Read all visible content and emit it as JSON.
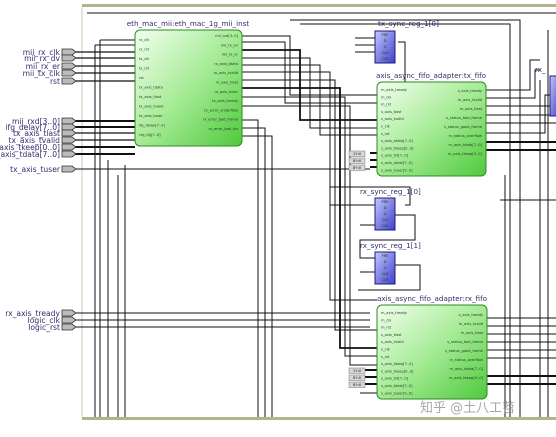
{
  "top_ports": {
    "mii_rx_clk": "mii_rx_clk",
    "mii_rx_dv": "mii_rx_dv",
    "mii_rx_er": "mii_rx_er",
    "mii_tx_clk": "mii_tx_clk",
    "rst": "rst"
  },
  "tx_ports": {
    "mii_rxd": "mii_rxd[3..0]",
    "ifg_delay": "ifg_delay[7..0]",
    "tx_axis_tlast": "tx_axis_tlast",
    "tx_axis_tvalid": "tx_axis_tvalid",
    "tx_axis_tkeep": "tx_axis_tkeep[0..0]",
    "tx_axis_tdata": "tx_axis_tdata[7..0]",
    "tx_axis_tuser": "tx_axis_tuser"
  },
  "rx_ports": {
    "rx_axis_tready": "rx_axis_tready",
    "logic_clk": "logic_clk",
    "logic_rst": "logic_rst"
  },
  "blocks": {
    "eth_mac": {
      "title": "eth_mac_mii:eth_mac_1g_mii_inst",
      "ports_left": [
        "rx_clk",
        "rx_rst",
        "tx_clk",
        "tx_rst",
        "rst",
        "tx_axis_tdata",
        "tx_axis_tlast",
        "tx_axis_tvalid",
        "tx_axis_tuser",
        "ifg_delay[7..0]",
        "cfg_ifg[7..0]"
      ],
      "ports_right": [
        "mii_txd[3..0]",
        "mii_tx_en",
        "mii_tx_er",
        "rx_axis_tdata",
        "rx_axis_tvalid",
        "rx_axis_tlast",
        "rx_axis_tuser",
        "tx_axis_tready",
        "tx_error_underflow",
        "rx_error_bad_frame",
        "rx_error_bad_fcs"
      ]
    },
    "tx_fifo": {
      "title": "axis_async_fifo_adapter:tx_fifo",
      "ports_left": [
        "m_axis_tready",
        "m_clk",
        "m_rst",
        "s_axis_tlast",
        "s_axis_tvalid",
        "s_clk",
        "s_rst",
        "s_axis_tdata[7..0]",
        "s_axis_tkeep[0..0]",
        "s_axis_tid[7..0]",
        "s_axis_tdest[7..0]",
        "s_axis_tuser[0..0]"
      ],
      "ports_right": [
        "s_axis_tready",
        "m_axis_tvalid",
        "m_axis_tlast",
        "s_status_bad_frame",
        "s_status_good_frame",
        "m_status_overflow",
        "m_axis_tdata[7..0]",
        "m_axis_tkeep[0..0]"
      ]
    },
    "rx_fifo": {
      "title": "axis_async_fifo_adapter:rx_fifo",
      "ports_left": [
        "m_axis_tready",
        "m_clk",
        "m_rst",
        "s_axis_tlast",
        "s_axis_tvalid",
        "s_clk",
        "s_rst",
        "s_axis_tdata[7..0]",
        "s_axis_tkeep[0..0]",
        "s_axis_tid[7..0]",
        "s_axis_tdest[7..0]",
        "s_axis_tuser[0..0]"
      ],
      "ports_right": [
        "s_axis_tready",
        "m_axis_tvalid",
        "m_axis_tlast",
        "s_status_bad_frame",
        "s_status_good_frame",
        "m_status_overflow",
        "m_axis_tdata[7..0]",
        "m_axis_tkeep[0..0]"
      ]
    },
    "tx_sync_reg_0": {
      "title": "tx_sync_reg_1[0]",
      "pins": [
        "PRE",
        "D",
        "Q",
        "CLK",
        "CLR"
      ]
    },
    "rx_sync_reg_0": {
      "title": "rx_sync_reg_1[0]",
      "pins": [
        "PRE",
        "D",
        "Q",
        "CLK",
        "CLR"
      ]
    },
    "rx_sync_reg_1": {
      "title": "rx_sync_reg_1[1]",
      "pins": [
        "PRE",
        "D",
        "Q",
        "CLK",
        "CLR"
      ]
    },
    "rx_edge": {
      "title": "rx_"
    }
  },
  "const_labels": {
    "tx_consts": [
      "1'h0",
      "8'h0",
      "8'h0"
    ],
    "rx_consts": [
      "1'h0",
      "8'h0",
      "8'h0"
    ]
  },
  "watermark": "知乎 @土八工苕"
}
